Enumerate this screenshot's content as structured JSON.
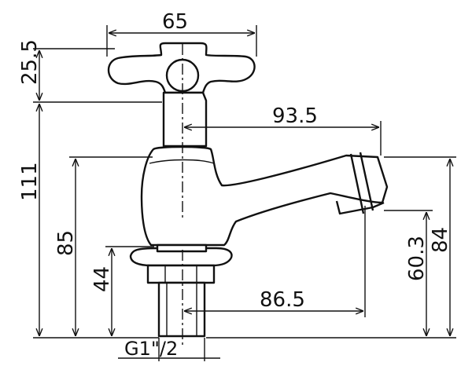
{
  "dimensions": {
    "handle_span": "65",
    "handle_height": "25.5",
    "overall_height": "111",
    "spout_projection": "93.5",
    "spout_top_height": "85",
    "shank_height": "44",
    "spout_outlet_height": "60.3",
    "spout_right_height": "84",
    "spout_reach": "86.5",
    "thread_size": "G1\"/2"
  }
}
